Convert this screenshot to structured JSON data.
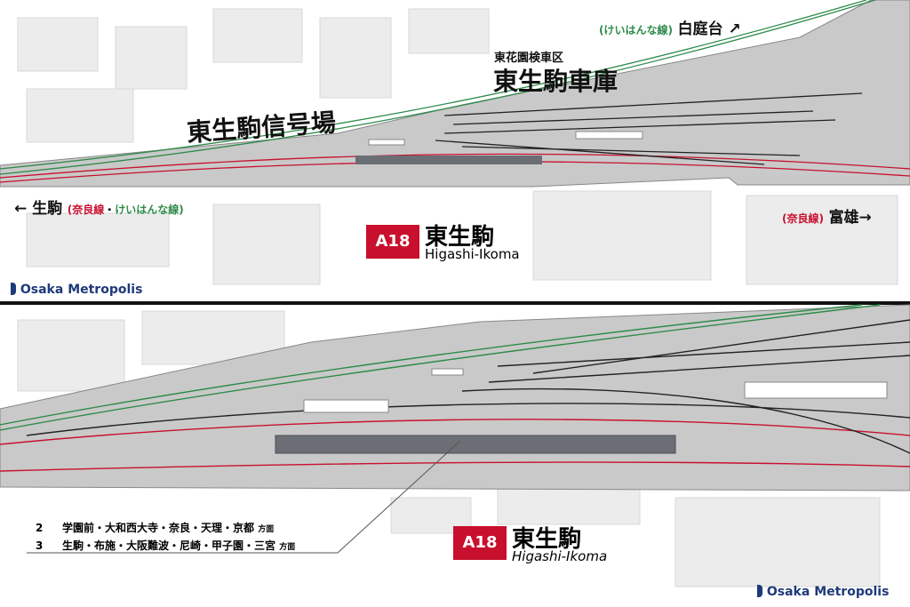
{
  "top_panel": {
    "signal_yard": "東生駒信号場",
    "depot_sub": "東花園検車区",
    "depot": "東生駒車庫",
    "to_shiraniwadai": {
      "line": "(けいはんな線)",
      "dest": "白庭台 ↗"
    },
    "to_ikoma": {
      "dest": "← 生駒",
      "line_nara": "(奈良線",
      "sep": "・",
      "line_keihanna": "けいはんな線)"
    },
    "to_tomio": {
      "line": "(奈良線)",
      "dest": "富雄→"
    },
    "station": {
      "number": "A18",
      "name_ja": "東生駒",
      "name_en": "Higashi-Ikoma"
    },
    "logo": "Osaka Metropolis"
  },
  "bottom_panel": {
    "platforms": [
      {
        "track": "2",
        "dest": "学園前・大和西大寺・奈良・天理・京都",
        "suffix": "方面"
      },
      {
        "track": "3",
        "dest": "生駒・布施・大阪難波・尼崎・甲子園・三宮",
        "suffix": "方面"
      }
    ],
    "station": {
      "number": "A18",
      "name_ja": "東生駒",
      "name_en": "Higashi-Ikoma"
    },
    "logo": "Osaka Metropolis"
  },
  "colors": {
    "nara_line": "#c8102e",
    "keihanna_line": "#2e8b4a",
    "track_area": "#c9c9c9",
    "platform": "#6b6e75"
  }
}
